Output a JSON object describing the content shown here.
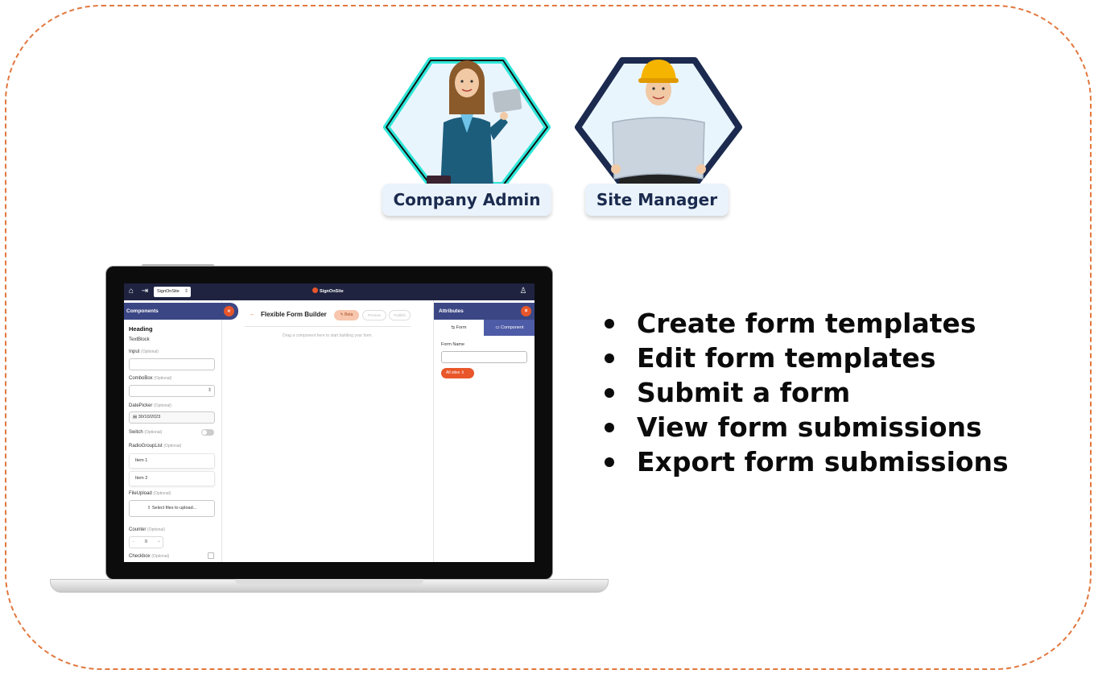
{
  "personas": [
    {
      "label": "Company Admin",
      "icon": "company-admin-avatar-icon",
      "ring_color": "#2ee6d8"
    },
    {
      "label": "Site Manager",
      "icon": "site-manager-avatar-icon",
      "ring_color": "#1b2a4e"
    }
  ],
  "app": {
    "topbar": {
      "site_selector": "SignOnSite",
      "brand": "SignOnSite",
      "icons": [
        "home-icon",
        "logout-icon",
        "user-icon"
      ]
    },
    "components_panel": {
      "title": "Components",
      "items": {
        "heading": "Heading",
        "textblock": "TextBlock",
        "input": "Input",
        "combobox": "ComboBox",
        "datepicker": "DatePicker",
        "datepicker_value": "30/10/2023",
        "switch": "Switch",
        "radiogrouplist": "RadioGroupList",
        "radio_item_1": "Item 1",
        "radio_item_2": "Item 2",
        "fileupload": "FileUpload",
        "upload_button": "Select files to upload...",
        "counter": "Counter",
        "counter_value": "0",
        "checkbox": "Checkbox",
        "optional": "(Optional)"
      }
    },
    "builder": {
      "title": "Flexible Form Builder",
      "beta": "Beta",
      "preview": "Preview",
      "publish": "Publish",
      "hint": "Drag a component here to start building your form."
    },
    "attributes_panel": {
      "title": "Attributes",
      "tab_form": "Form",
      "tab_component": "Component",
      "form_name_label": "Form Name",
      "all_sites": "All sites"
    }
  },
  "features": [
    "Create form templates",
    "Edit form templates",
    "Submit a form",
    "View form submissions",
    "Export form submissions"
  ],
  "colors": {
    "frame_dash": "#e2773e",
    "accent": "#e8562a",
    "panel_header": "#3b4785",
    "topbar": "#1f2340"
  }
}
